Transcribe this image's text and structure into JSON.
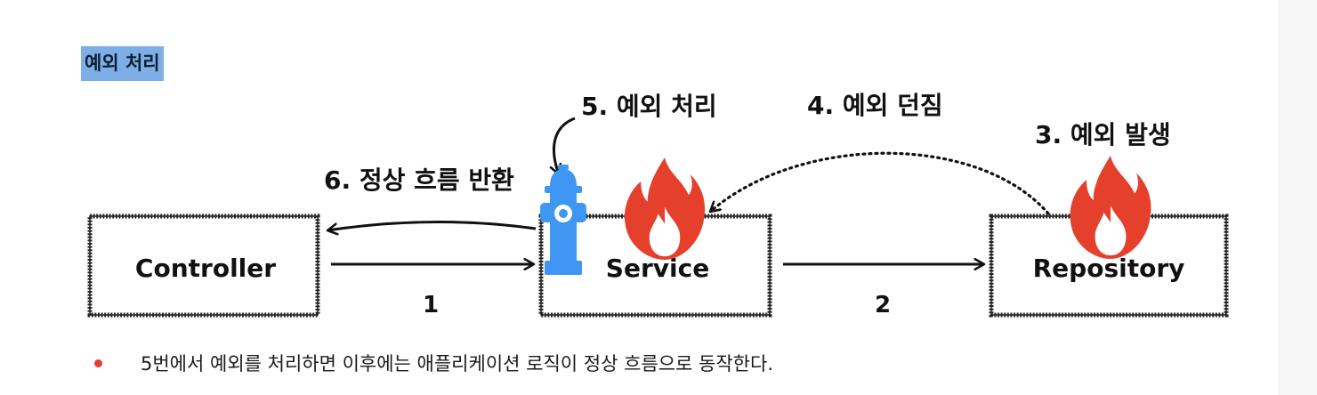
{
  "heading": "예외 처리",
  "diagram": {
    "nodes": {
      "controller": "Controller",
      "service": "Service",
      "repository": "Repository"
    },
    "steps": {
      "step1": "1",
      "step2": "2",
      "step3": "3. 예외 발생",
      "step4": "4. 예외 던짐",
      "step5": "5. 예외 처리",
      "step6": "6. 정상 흐름 반환"
    },
    "icons": {
      "fire": "fire-icon",
      "hydrant": "fire-hydrant-icon"
    },
    "colors": {
      "fire": "#e4402c",
      "hydrant": "#3f97f3",
      "heading_highlight": "#7eaee6",
      "bullet": "#e23c36"
    }
  },
  "caption": "5번에서 예외를 처리하면 이후에는 애플리케이션 로직이 정상 흐름으로 동작한다."
}
